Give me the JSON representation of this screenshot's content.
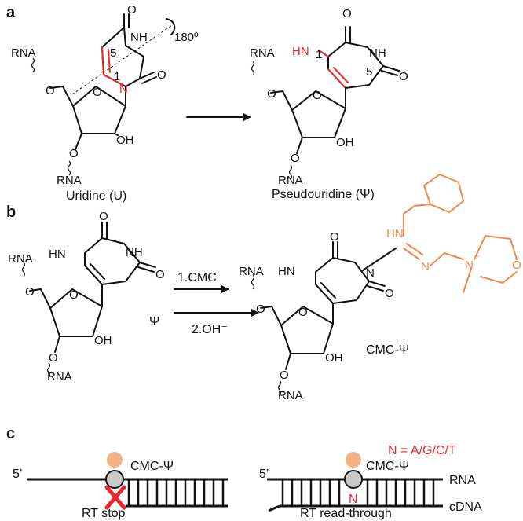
{
  "panels": {
    "a": "a",
    "b": "b",
    "c": "c"
  },
  "panel_a": {
    "left_caption": "Uridine (U)",
    "right_caption": "Pseudouridine (Ψ)",
    "rotation": "180º",
    "atoms": {
      "rna": "RNA",
      "o": "O",
      "oh": "OH",
      "nh": "NH",
      "hn": "HN",
      "n": "N",
      "n1": "1",
      "n5": "5"
    }
  },
  "panel_b": {
    "step1": "1.CMC",
    "step2": "2.OH⁻",
    "psi": "Ψ",
    "product": "CMC-Ψ",
    "atoms": {
      "rna": "RNA",
      "o": "O",
      "oh": "OH",
      "nh": "NH",
      "hn": "HN",
      "n": "N",
      "plus": "+"
    }
  },
  "panel_c": {
    "legend": "N = A/G/C/T",
    "label_left": "CMC-Ψ",
    "label_right": "CMC-Ψ",
    "five_prime_left": "5’",
    "five_prime_right": "5’",
    "rna": "RNA",
    "cdna": "cDNA",
    "n": "N",
    "caption_left": "RT stop",
    "caption_right": "RT read-through"
  },
  "colors": {
    "modification": "#e8262b",
    "cmc_group": "#f08a4b",
    "bead_body": "#c9c9c9",
    "bead_cap": "#f4b183"
  }
}
